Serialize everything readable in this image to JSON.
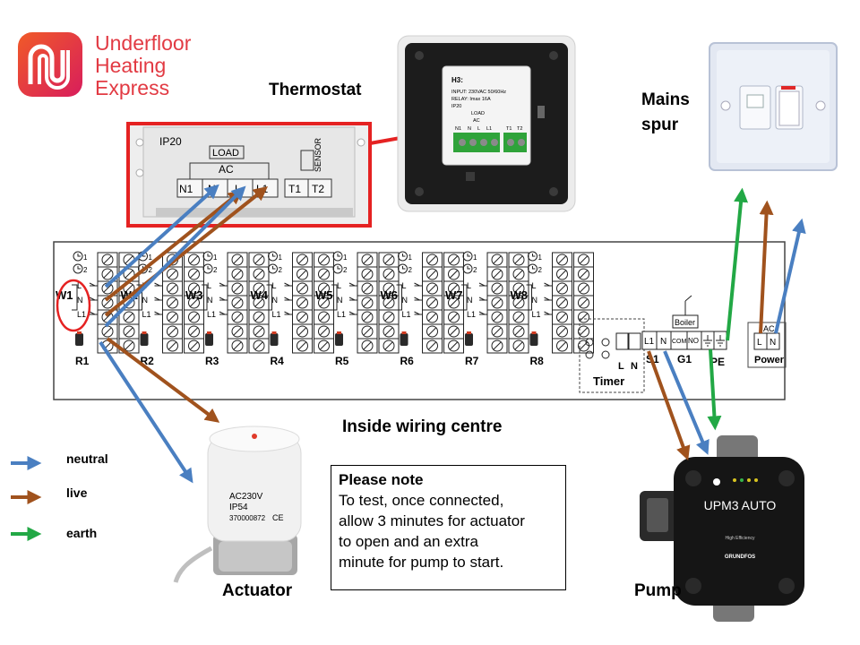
{
  "brand": {
    "line1": "Underfloor",
    "line2": "Heating",
    "line3": "Express",
    "color": "#e23a43"
  },
  "labels": {
    "thermostat": "Thermostat",
    "mains_spur_line1": "Mains",
    "mains_spur_line2": "spur",
    "inside_wiring": "Inside wiring centre",
    "actuator": "Actuator",
    "pump": "Pump"
  },
  "legend": [
    {
      "label": "neutral",
      "color": "#4a7fc1"
    },
    {
      "label": "live",
      "color": "#a0521d"
    },
    {
      "label": "earth",
      "color": "#22a845"
    }
  ],
  "note": {
    "title": "Please note",
    "lines": [
      "To test, once connected,",
      "allow 3 minutes for actuator",
      "to open and an extra",
      "minute for pump to start."
    ]
  },
  "thermostat_zoom": {
    "rating": "IP20",
    "load": "LOAD",
    "ac": "AC",
    "terminals": [
      "N1",
      "N",
      "L",
      "L1",
      "T1",
      "T2"
    ],
    "sensor": "SENSOR"
  },
  "thermostat_device": {
    "model": "H3:",
    "input": "INPUT: 230VAC 50/60Hz",
    "relay": "RELAY:  Imax 16A",
    "rating": "IP20",
    "load": "LOAD",
    "ac": "AC",
    "terminals": [
      "N1",
      "N",
      "L",
      "L1",
      "T1",
      "T2"
    ]
  },
  "wiring_centre": {
    "zone_labels": [
      "W1",
      "W2",
      "W3",
      "W4",
      "W5",
      "W6",
      "W7",
      "W8"
    ],
    "relay_labels": [
      "R1",
      "R2",
      "R3",
      "R4",
      "R5",
      "R6",
      "R7",
      "R8"
    ],
    "zone_terminals": [
      "1",
      "2",
      "L",
      "N",
      "L1"
    ],
    "timer": {
      "label": "Timer",
      "terminals": [
        "L",
        "N"
      ]
    },
    "pump_terminals": [
      "L1",
      "N",
      "COM",
      "NO"
    ],
    "boiler": "Boiler",
    "group_labels": [
      "S1",
      "G1",
      "PE"
    ],
    "power": {
      "label": "Power",
      "ac": "AC",
      "terminals": [
        "L",
        "N"
      ]
    }
  },
  "actuator": {
    "voltage": "AC230V",
    "rating": "IP54",
    "code": "370000872",
    "mark": "CE"
  },
  "pump": {
    "model": "UPM3 AUTO",
    "sub": "High Efficiency",
    "brand": "GRUNDFOS"
  }
}
